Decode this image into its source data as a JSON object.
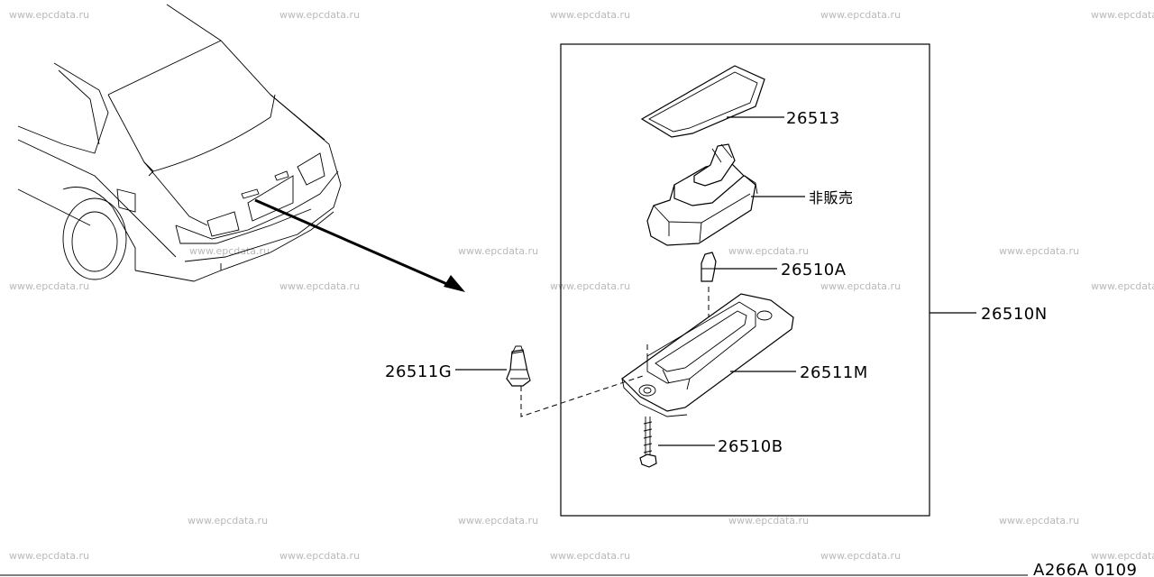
{
  "watermark": "www.epcdata.ru",
  "diagram_code": "A266A 0109",
  "parts": {
    "lens": "26513",
    "not_sold": "非販売",
    "bulb": "26510A",
    "assembly": "26510N",
    "clip": "26511G",
    "housing": "26511M",
    "screw": "26510B"
  }
}
